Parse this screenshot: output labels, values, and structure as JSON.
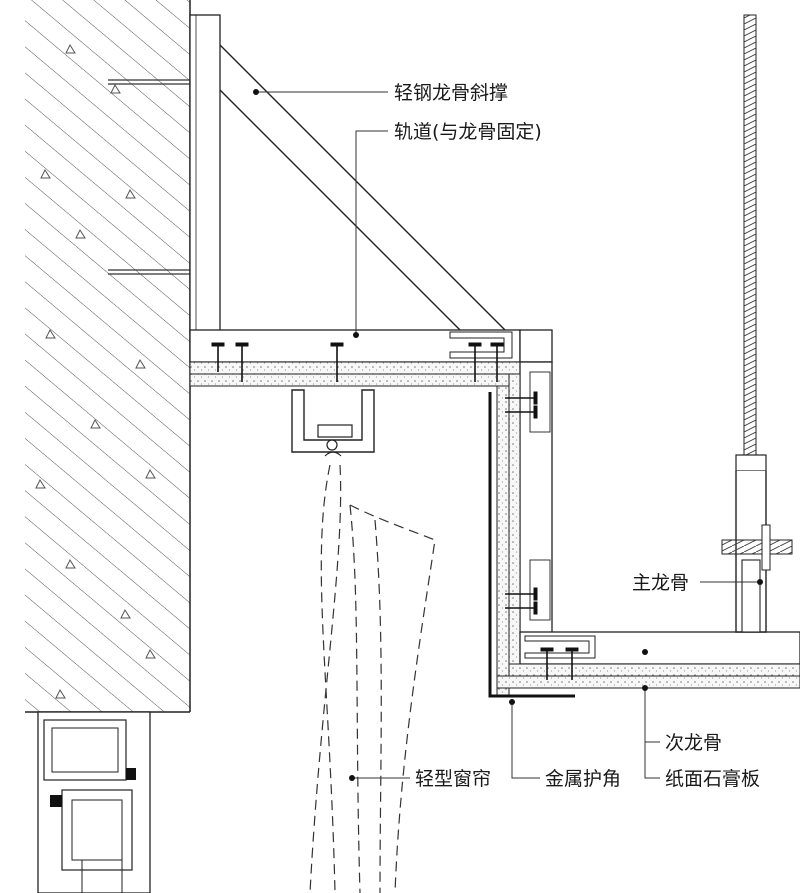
{
  "labels": {
    "diagonal_brace": "轻钢龙骨斜撑",
    "track": "轨道(与龙骨固定)",
    "main_keel": "主龙骨",
    "secondary_keel": "次龙骨",
    "metal_corner": "金属护角",
    "light_curtain": "轻型窗帘",
    "gypsum_board": "纸面石膏板"
  },
  "colors": {
    "line": "#222222",
    "hatch": "#444444",
    "board_fill": "#f4f4f4",
    "screw": "#111111"
  }
}
